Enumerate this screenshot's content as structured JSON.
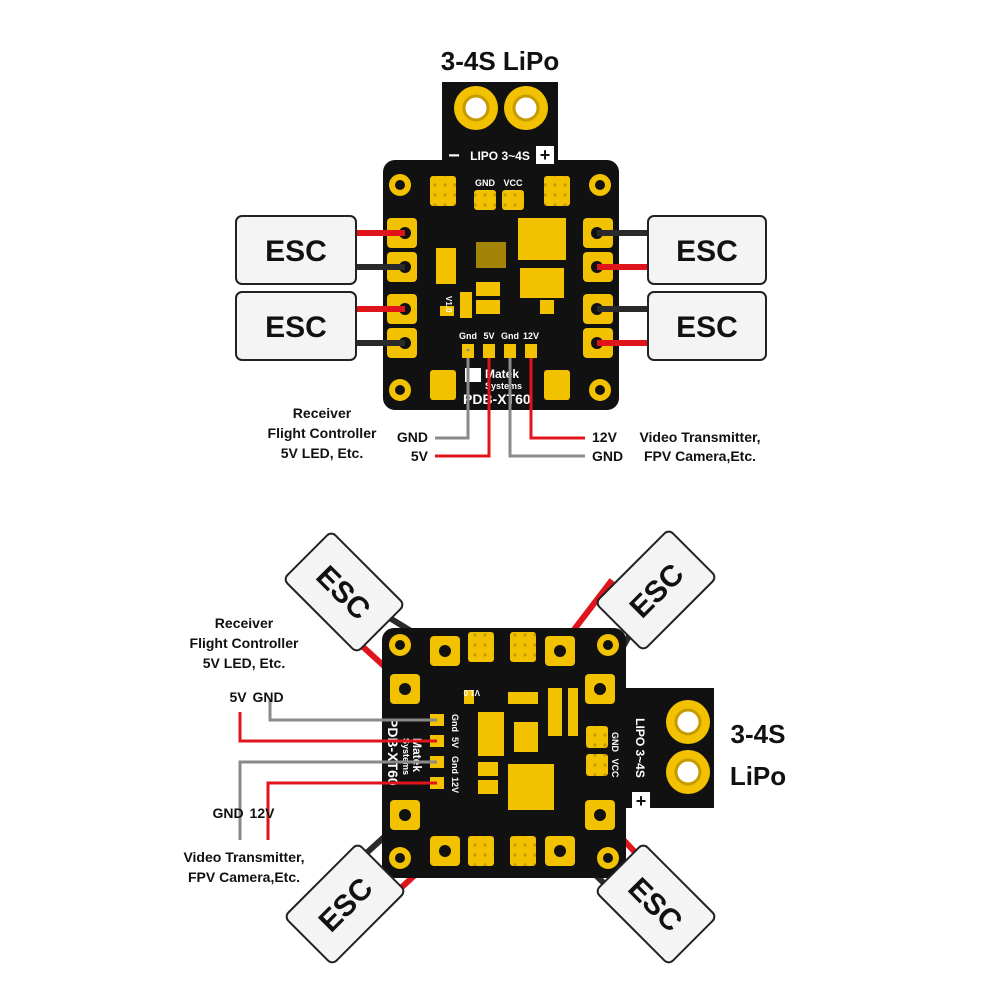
{
  "colors": {
    "pcb": "#111111",
    "pad": "#f2c200",
    "pad_dark": "#c89a00",
    "wire_red": "#e0151b",
    "wire_black": "#2a2a2a",
    "wire_gray": "#8a8a8a",
    "esc_fill": "#f4f4f4"
  },
  "top_diagram": {
    "battery_label": "3-4S LiPo",
    "lipo_marking": "LIPO 3~4S",
    "minus_symbol": "−",
    "plus_symbol": "+",
    "pad_gnd": "GND",
    "pad_vcc": "VCC",
    "esc_label": "ESC",
    "version": "V1.0",
    "output_pins": [
      "Gnd",
      "5V",
      "Gnd",
      "12V"
    ],
    "brand": "Matek",
    "brand_sub": "Systems",
    "model": "PDB-XT60",
    "left_notes": [
      "Receiver",
      "Flight Controller",
      "5V LED, Etc."
    ],
    "left_wire_gnd": "GND",
    "left_wire_5v": "5V",
    "right_wire_12v": "12V",
    "right_wire_gnd": "GND",
    "right_notes": [
      "Video Transmitter,",
      "FPV Camera,Etc."
    ]
  },
  "bottom_diagram": {
    "battery_label_line1": "3-4S",
    "battery_label_line2": "LiPo",
    "lipo_marking": "LIPO 3~4S",
    "pad_gnd": "GND",
    "pad_vcc": "VCC",
    "esc_label": "ESC",
    "version": "V1.0",
    "output_pins": [
      "Gnd",
      "5V",
      "Gnd",
      "12V"
    ],
    "brand": "Matek",
    "brand_sub": "Systems",
    "model": "PDB-XT60",
    "top_notes": [
      "Receiver",
      "Flight Controller",
      "5V LED, Etc."
    ],
    "top_wire_5v": "5V",
    "top_wire_gnd": "GND",
    "bottom_wire_gnd": "GND",
    "bottom_wire_12v": "12V",
    "bottom_notes": [
      "Video Transmitter,",
      "FPV Camera,Etc."
    ]
  }
}
